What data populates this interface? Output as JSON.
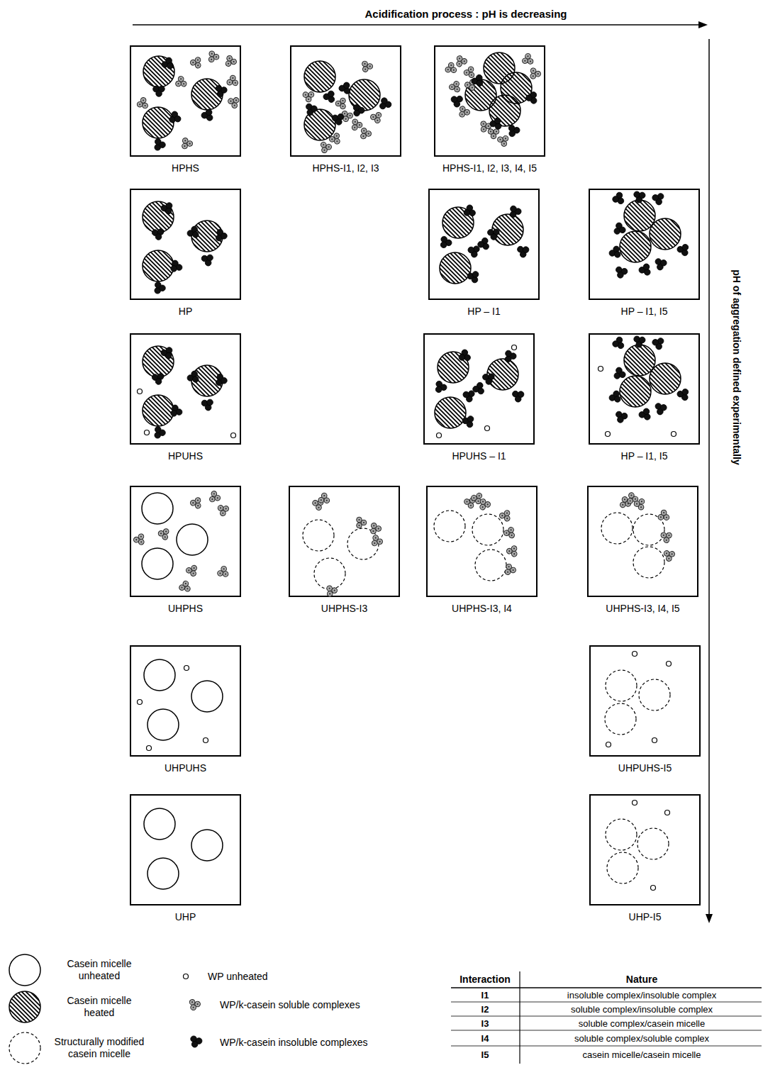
{
  "diagram": {
    "nodes": [
      {
        "text": [
          "HPHS"
        ]
      },
      {
        "text": [
          "HPHS-I1, I2, I3"
        ]
      },
      {
        "text": [
          "HPHS-I1, I2, I3, I4, I5"
        ]
      },
      {
        "text": [
          "HP"
        ]
      },
      {
        "text": [
          "HP – I1"
        ]
      },
      {
        "text": [
          "HP – I1, I5"
        ]
      },
      {
        "text": [
          "HPUHS"
        ]
      },
      {
        "text": [
          "HPUHS – I1"
        ]
      },
      {
        "text": [
          "HP – I1, I5"
        ]
      },
      {
        "text": [
          "UHPHS"
        ]
      },
      {
        "text": [
          "UHPHS-I3"
        ]
      },
      {
        "text": [
          "UHPHS-I3, I4"
        ]
      },
      {
        "text": [
          "UHPHS-I3, I4, I5"
        ]
      },
      {
        "text": [
          "UHPUHS"
        ]
      },
      {
        "text": [
          "UHPUHS-I5"
        ]
      },
      {
        "text": [
          "UHP"
        ]
      },
      {
        "text": [
          "UHP-I5"
        ]
      }
    ],
    "labels": [
      "Acidification process : pH is decreasing",
      "pH of aggregation defined experimentally",
      "Interaction",
      "Nature",
      "I1",
      "insoluble complex/insoluble complex",
      "I2",
      "soluble complex/insoluble complex",
      "I3",
      "soluble complex/casein micelle",
      "I4",
      "soluble complex/soluble complex",
      "I5",
      "casein micelle/casein micelle"
    ],
    "legend": [
      {
        "text": "Casein micelle unheated"
      },
      {
        "text": "Casein micelle heated"
      },
      {
        "text": "Structurally modified casein micelle"
      },
      {
        "text": "WP unheated"
      },
      {
        "text": "WP/k-casein soluble complexes"
      },
      {
        "text": "WP/k-casein insoluble complexes"
      }
    ]
  }
}
